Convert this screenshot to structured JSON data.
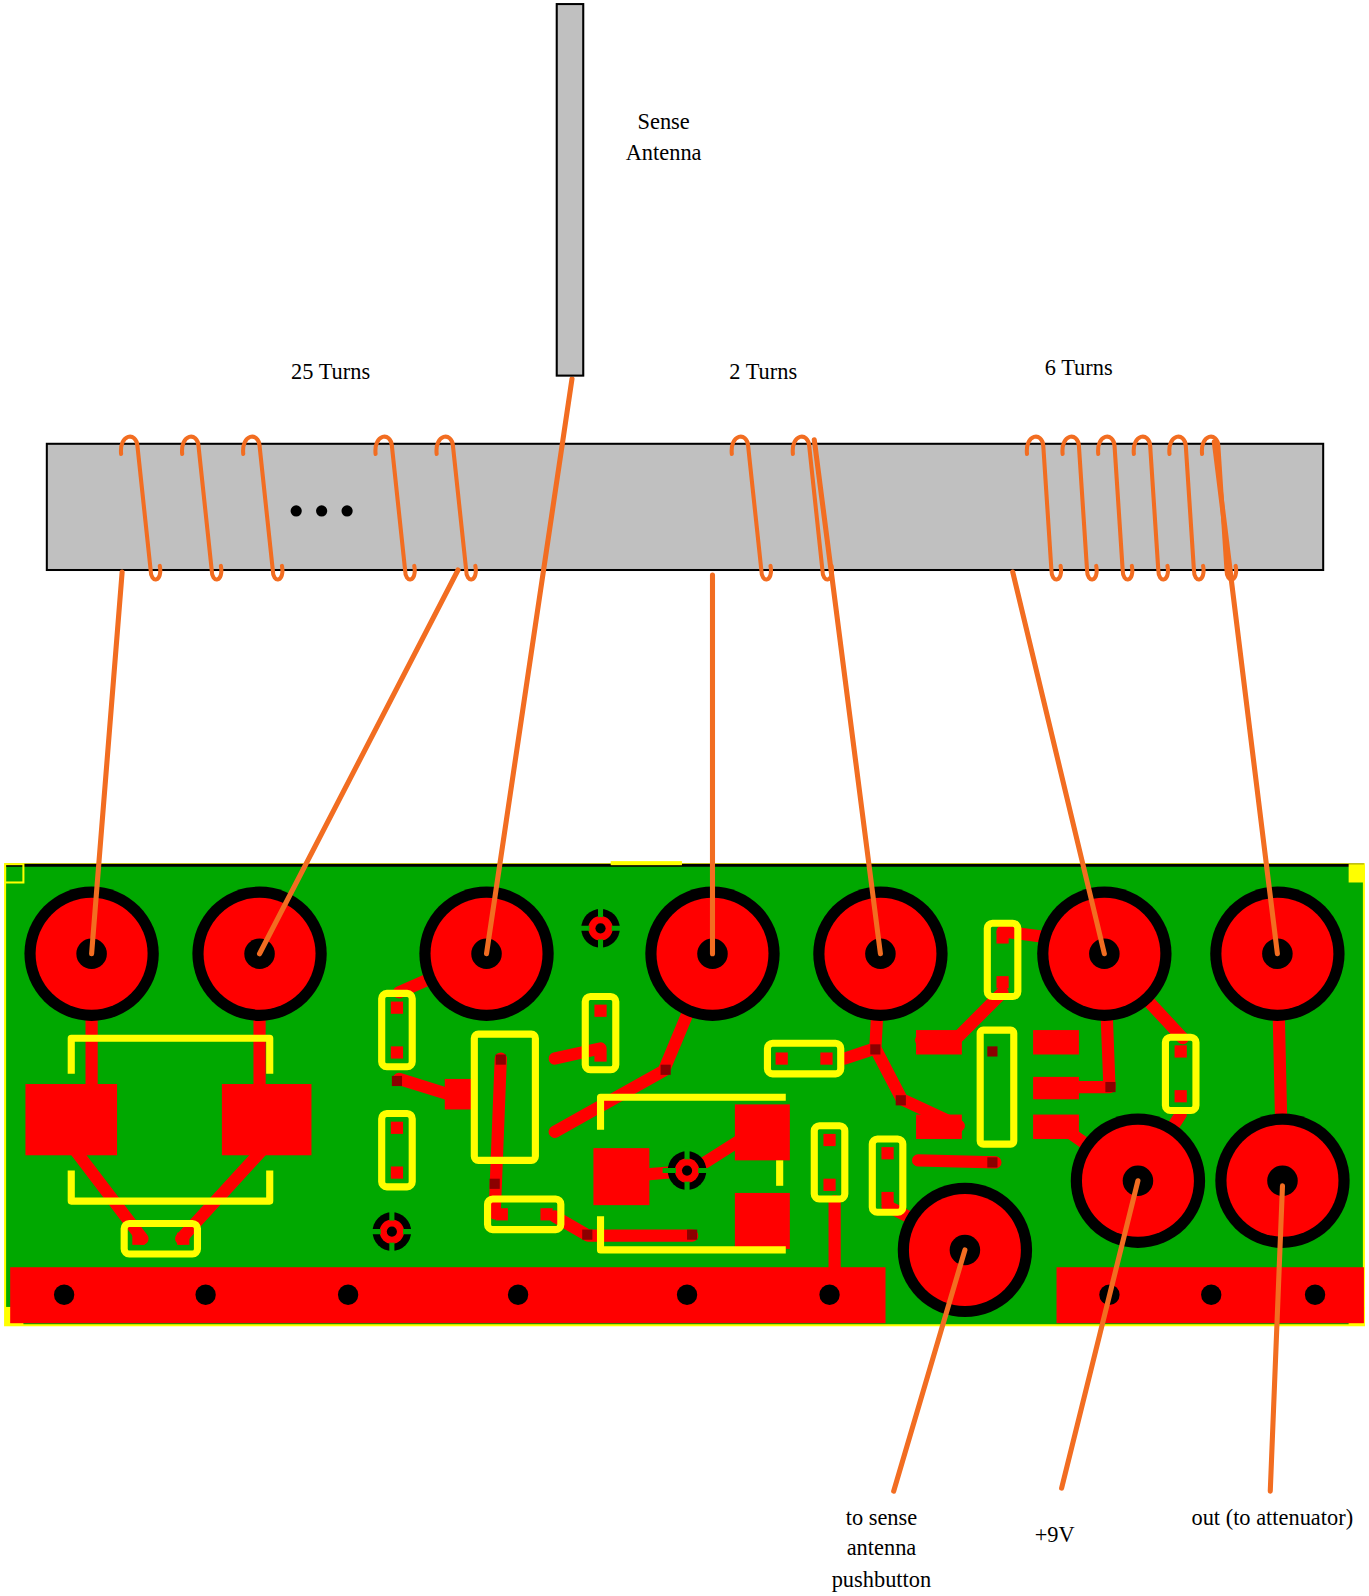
{
  "diagram": {
    "nodes": [
      {
        "text": [
          "Sense Antenna"
        ]
      }
    ],
    "labels": [
      "25 Turns",
      "2 Turns",
      "6 Turns",
      "to sense antenna pushbutton",
      "+9V",
      "out (to attenuator)"
    ]
  }
}
